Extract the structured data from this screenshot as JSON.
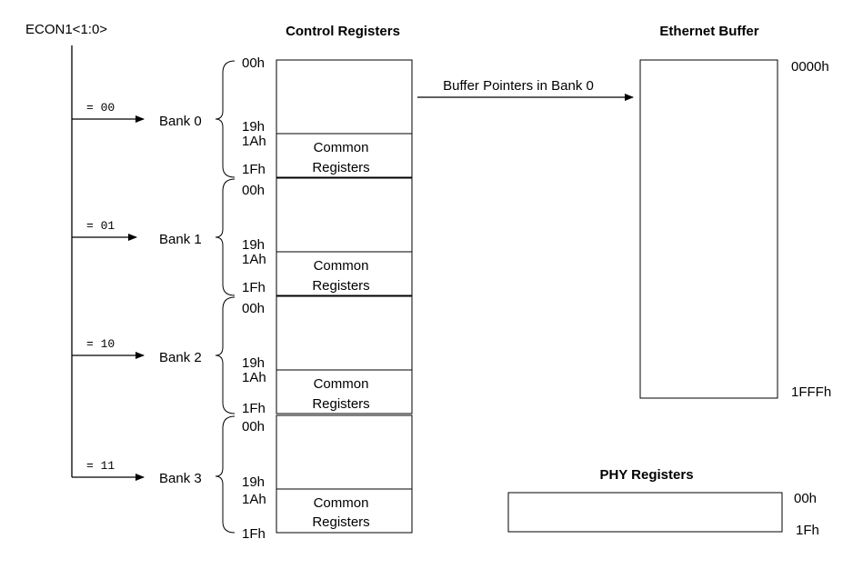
{
  "selector": {
    "label": "ECON1<1:0>"
  },
  "headers": {
    "control_registers": "Control Registers",
    "ethernet_buffer": "Ethernet Buffer",
    "phy_registers": "PHY Registers"
  },
  "banks": [
    {
      "select": "= 00",
      "label": "Bank 0",
      "start": "00h",
      "end_specific": "19h",
      "common_start": "1Ah",
      "end": "1Fh",
      "common_line1": "Common",
      "common_line2": "Registers"
    },
    {
      "select": "= 01",
      "label": "Bank 1",
      "start": "00h",
      "end_specific": "19h",
      "common_start": "1Ah",
      "end": "1Fh",
      "common_line1": "Common",
      "common_line2": "Registers"
    },
    {
      "select": "= 10",
      "label": "Bank 2",
      "start": "00h",
      "end_specific": "19h",
      "common_start": "1Ah",
      "end": "1Fh",
      "common_line1": "Common",
      "common_line2": "Registers"
    },
    {
      "select": "= 11",
      "label": "Bank 3",
      "start": "00h",
      "end_specific": "19h",
      "common_start": "1Ah",
      "end": "1Fh",
      "common_line1": "Common",
      "common_line2": "Registers"
    }
  ],
  "buffer_pointer": {
    "label": "Buffer Pointers in Bank 0"
  },
  "ethernet_buffer": {
    "start": "0000h",
    "end": "1FFFh"
  },
  "phy_registers": {
    "start": "00h",
    "end": "1Fh"
  }
}
